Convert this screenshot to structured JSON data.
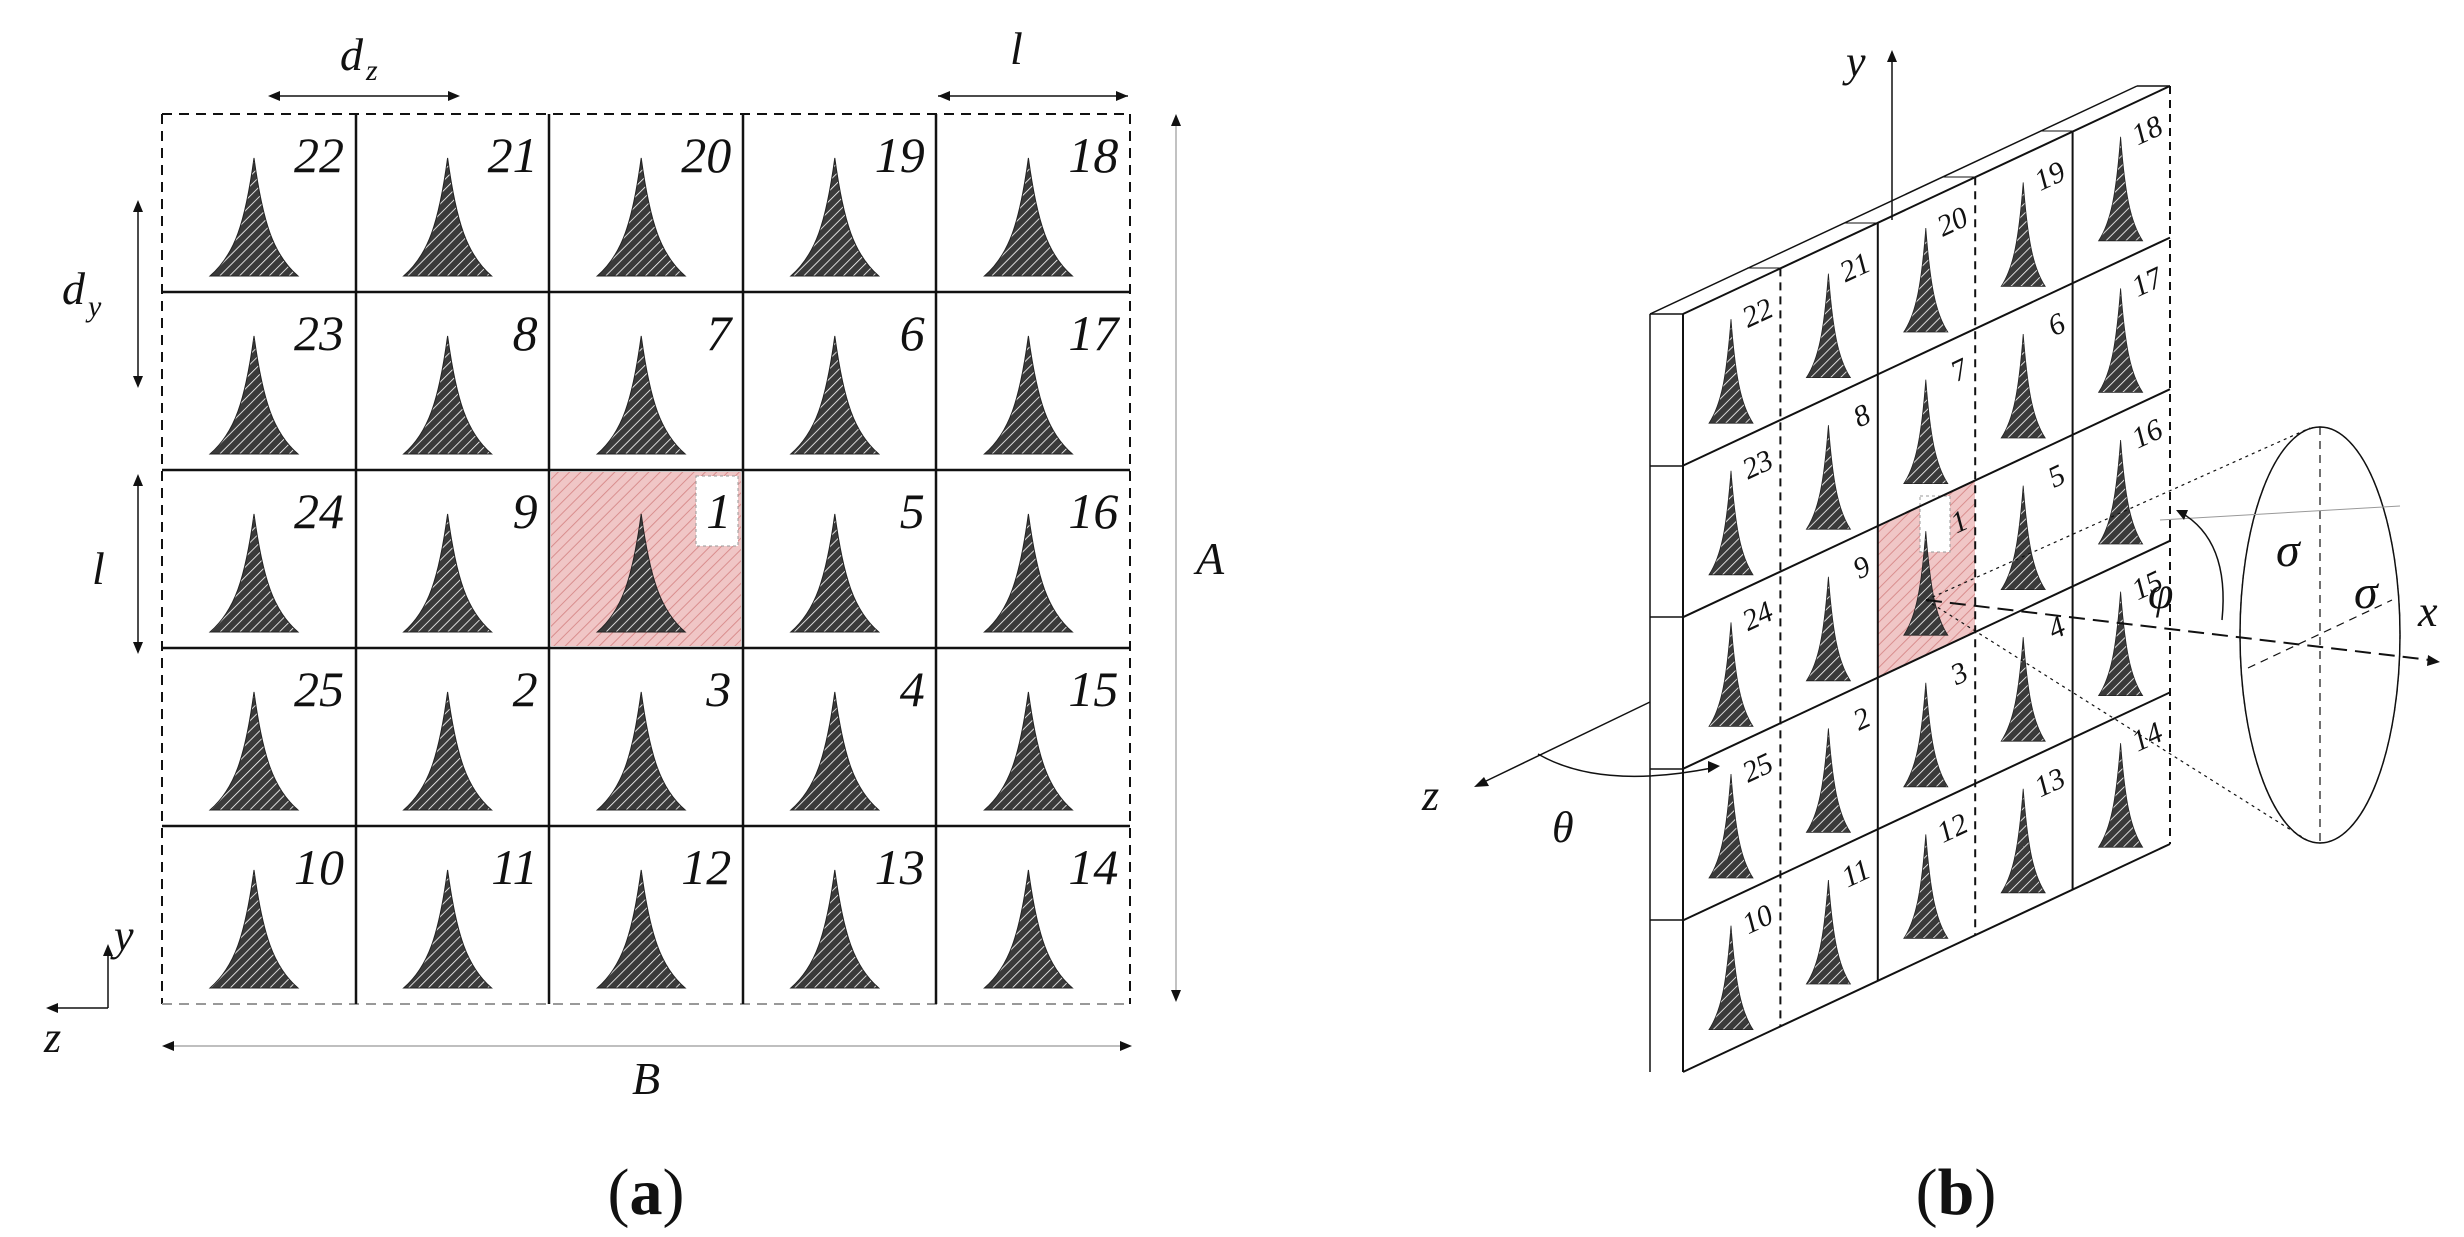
{
  "panel_a": {
    "caption_open": "(",
    "caption_letter": "a",
    "caption_close": ")",
    "labels": {
      "dz": "d",
      "dz_sub": "z",
      "l_top": "l",
      "dy": "d",
      "dy_sub": "y",
      "l_left": "l",
      "A": "A",
      "B": "B",
      "axis_y": "y",
      "axis_z": "z"
    },
    "grid": [
      [
        "22",
        "21",
        "20",
        "19",
        "18"
      ],
      [
        "23",
        "8",
        "7",
        "6",
        "17"
      ],
      [
        "24",
        "9",
        "1",
        "5",
        "16"
      ],
      [
        "25",
        "2",
        "3",
        "4",
        "15"
      ],
      [
        "10",
        "11",
        "12",
        "13",
        "14"
      ]
    ],
    "highlight_number": "1",
    "highlight_color": "#e8a9a9"
  },
  "panel_b": {
    "caption_open": "(",
    "caption_letter": "b",
    "caption_close": ")",
    "labels": {
      "y": "y",
      "z": "z",
      "x": "x",
      "theta": "θ",
      "phi": "φ",
      "sigma1": "σ",
      "sigma2": "σ"
    },
    "grid": [
      [
        "22",
        "21",
        "20",
        "19",
        "18"
      ],
      [
        "23",
        "8",
        "7",
        "6",
        "17"
      ],
      [
        "24",
        "9",
        "1",
        "5",
        "16"
      ],
      [
        "25",
        "2",
        "3",
        "4",
        "15"
      ],
      [
        "10",
        "11",
        "12",
        "13",
        "14"
      ]
    ]
  }
}
